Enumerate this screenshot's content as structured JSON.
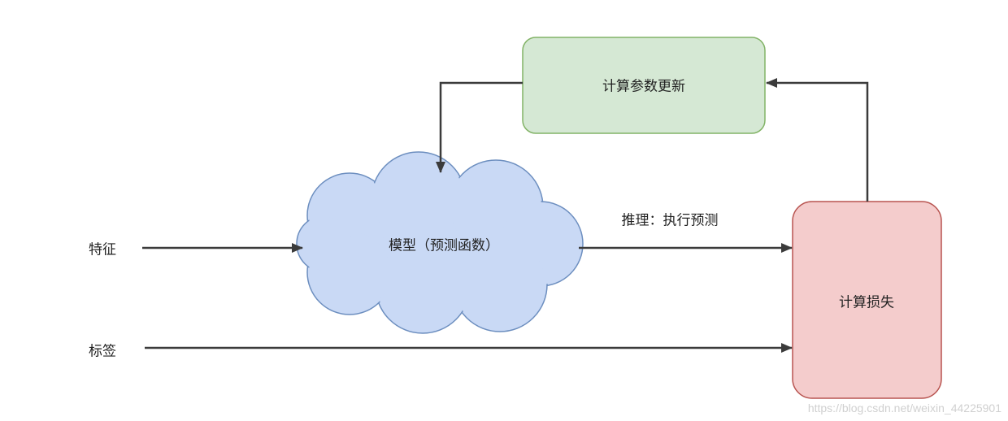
{
  "nodes": {
    "update": {
      "label": "计算参数更新",
      "fill": "#d5e8d4",
      "stroke": "#82b366"
    },
    "model": {
      "label": "模型（预测函数）",
      "fill": "#c9d9f5",
      "stroke": "#6c8ebf"
    },
    "loss": {
      "label": "计算损失",
      "fill": "#f4cccc",
      "stroke": "#b85450"
    }
  },
  "inputs": {
    "features": "特征",
    "labels": "标签"
  },
  "edges": {
    "inference": "推理：执行预测"
  },
  "watermark": "https://blog.csdn.net/weixin_44225901",
  "colors": {
    "arrow": "#3b3b3b"
  }
}
